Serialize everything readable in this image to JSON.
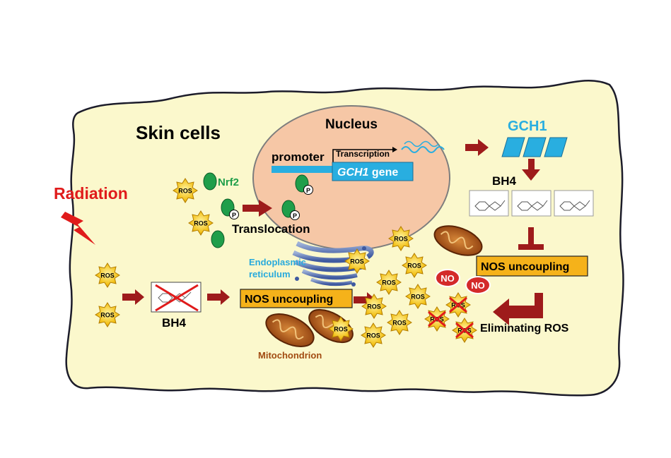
{
  "labels": {
    "skin_cells": "Skin cells",
    "radiation": "Radiation",
    "nucleus": "Nucleus",
    "promoter": "promoter",
    "transcription": "Transcription",
    "gene_italic": "GCH1",
    "gene_suffix": " gene",
    "gch1": "GCH1",
    "bh4_top": "BH4",
    "bh4_bottom": "BH4",
    "nrf2": "Nrf2",
    "translocation": "Translocation",
    "er_line1": "Endoplasmic",
    "er_line2": "reticulum",
    "nos_center": "NOS uncoupling",
    "nos_right": "NOS uncoupling",
    "mitochondrion": "Mitochondrion",
    "eliminating": "Eliminating ROS",
    "ros": "ROS",
    "no": "NO",
    "phospho": "P"
  },
  "colors": {
    "cell_fill": "#fbf8cc",
    "nucleus_fill": "#f6c7a6",
    "radiation": "#e01b1b",
    "arrow": "#9e1b1b",
    "gene_box": "#29aee0",
    "gch1_text": "#29aee0",
    "nrf2": "#1f9e4a",
    "nos_box": "#f5b21a",
    "er_text": "#28aadc",
    "mito_text": "#a14a10",
    "no_fill": "#d42a2a",
    "ros_star": "#f3c21a"
  }
}
